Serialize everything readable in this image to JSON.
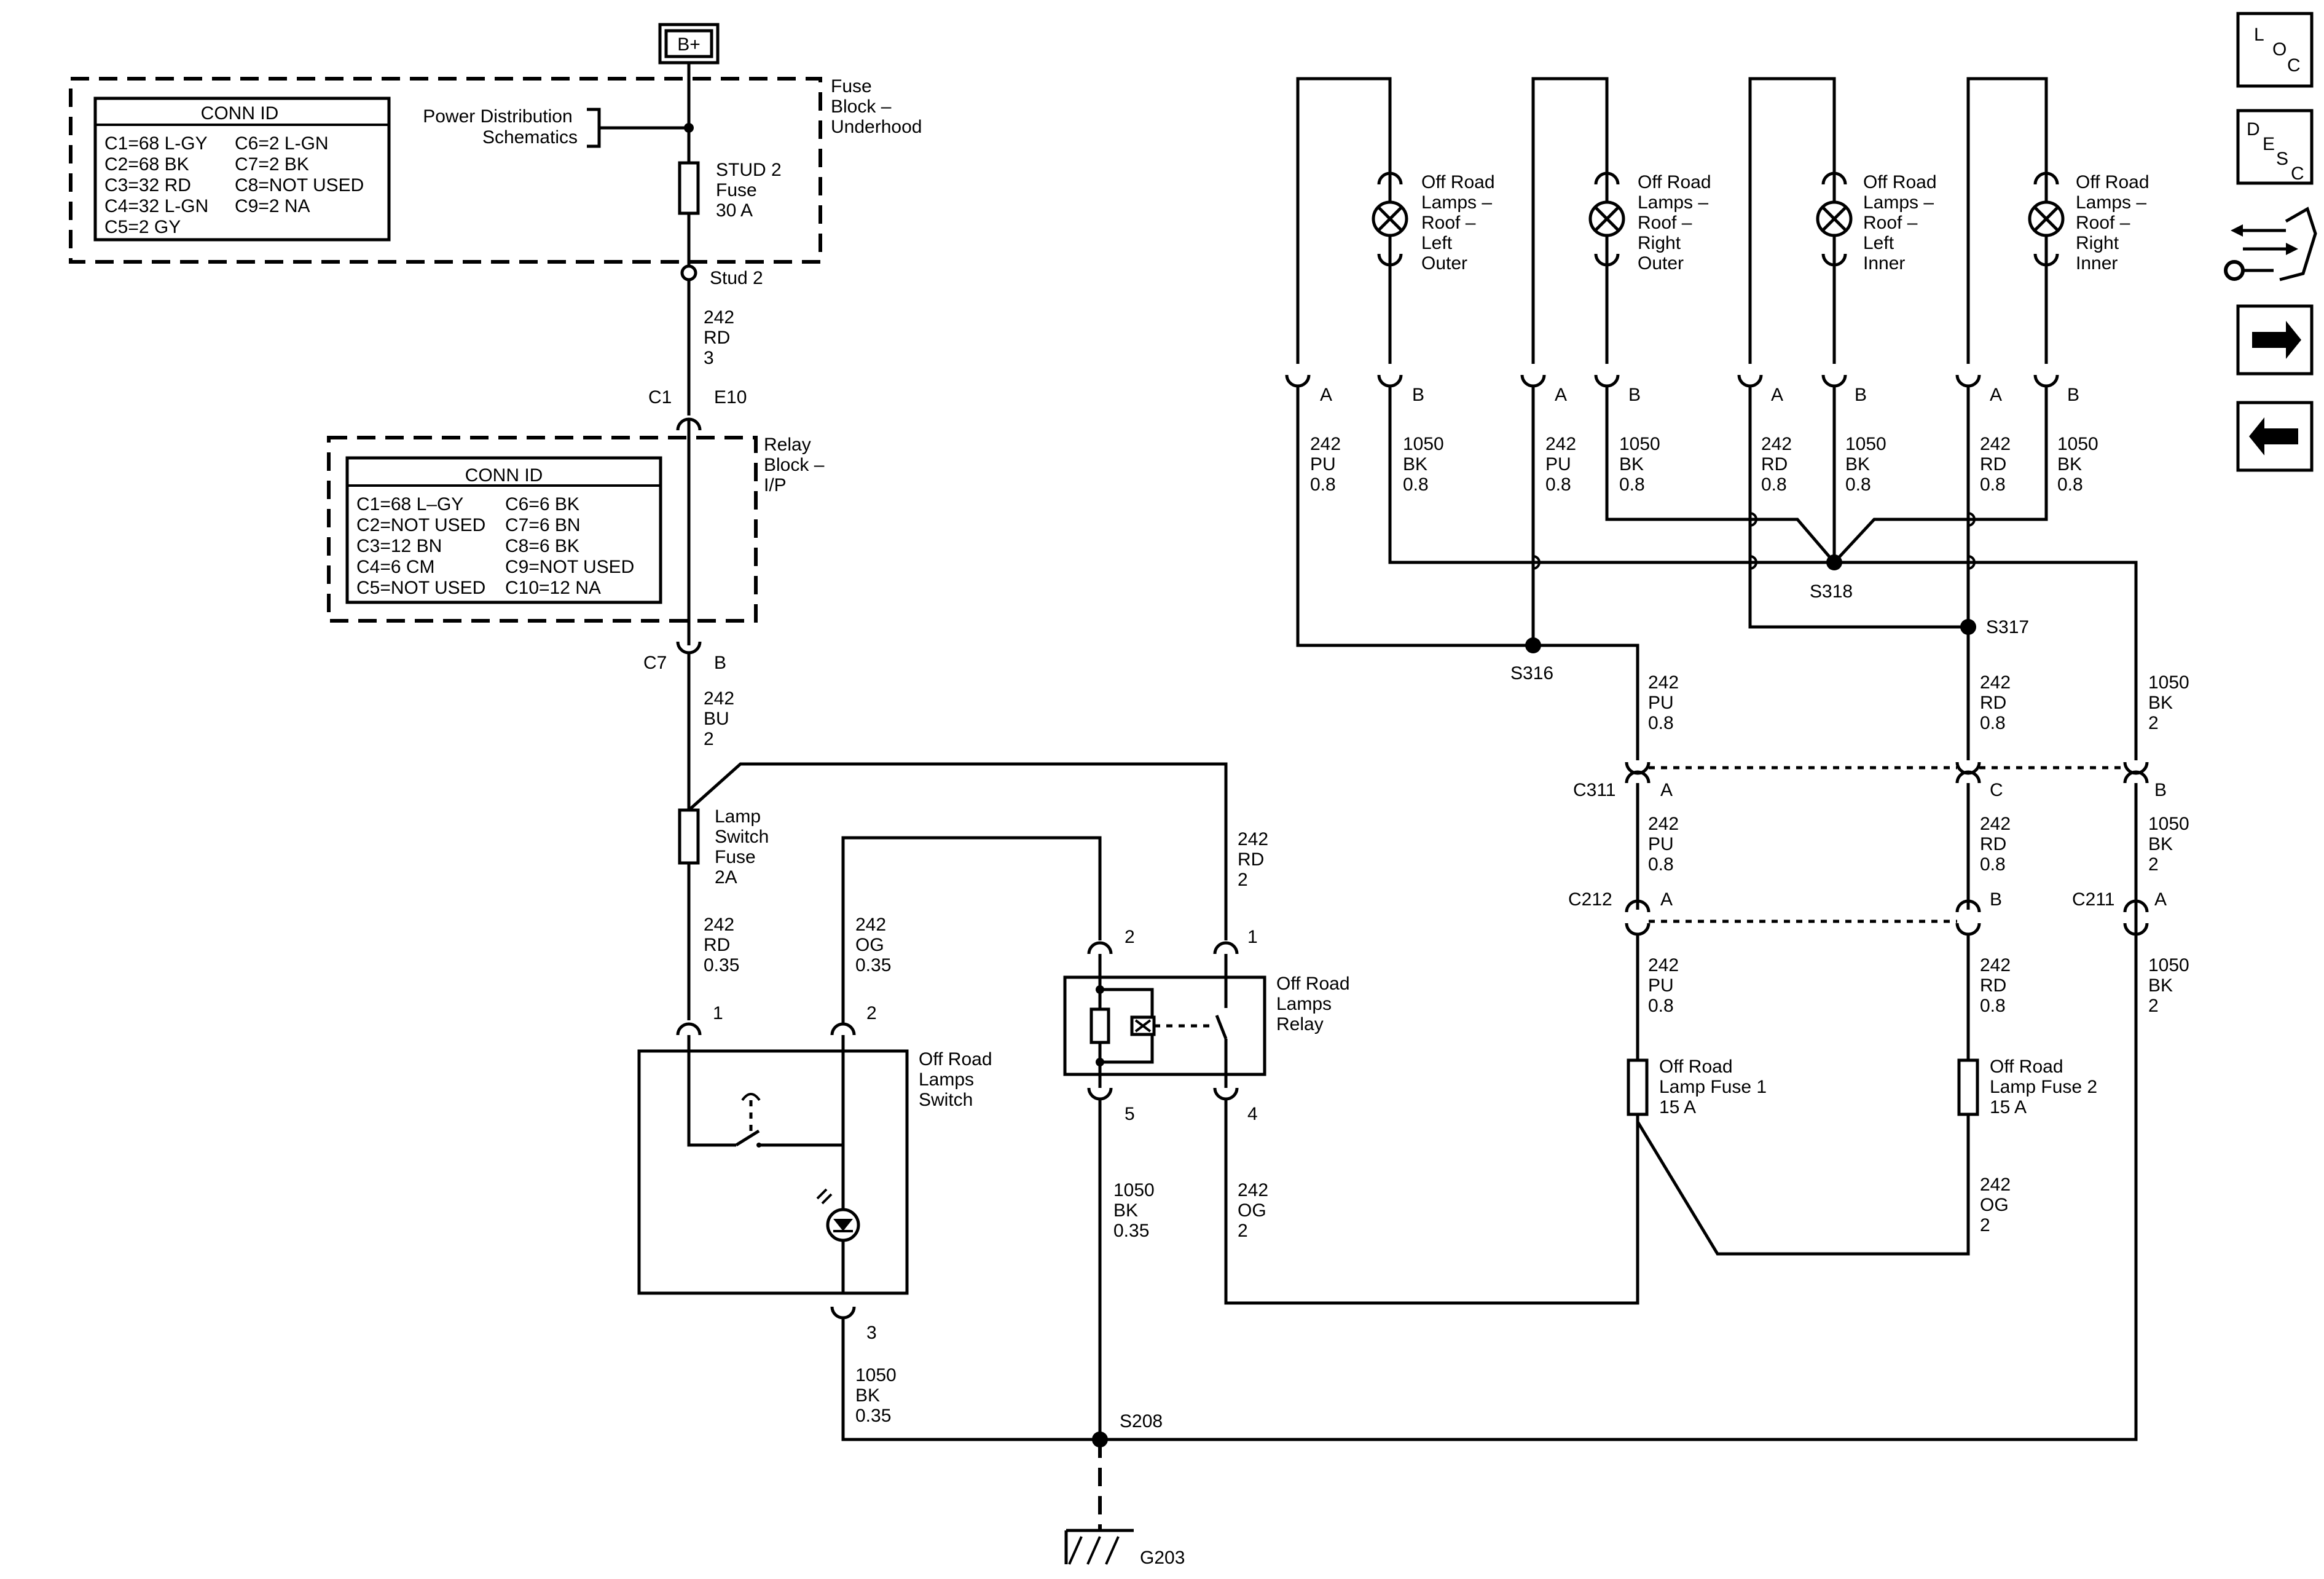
{
  "battery": {
    "label": "B+"
  },
  "fuse_block": {
    "label": [
      "Fuse",
      "Block –",
      "Underhood"
    ]
  },
  "conn_id_1": {
    "title": "CONN ID",
    "rows": [
      [
        "C1=68 L-GY",
        "C6=2 L-GN"
      ],
      [
        "C2=68 BK",
        "C7=2 BK"
      ],
      [
        "C3=32 RD",
        "C8=NOT USED"
      ],
      [
        "C4=32 L-GN",
        "C9=2 NA"
      ],
      [
        "C5=2 GY",
        ""
      ]
    ]
  },
  "power_dist": {
    "label": [
      "Power Distribution",
      "Schematics"
    ]
  },
  "stud2_fuse": {
    "label": [
      "STUD 2",
      "Fuse",
      "30 A"
    ]
  },
  "stud2": {
    "label": "Stud 2"
  },
  "wire_stud": {
    "label": [
      "242",
      "RD",
      "3"
    ]
  },
  "c1": {
    "label": "C1",
    "pin": "E10"
  },
  "relay_block": {
    "label": [
      "Relay",
      "Block –",
      "I/P"
    ]
  },
  "conn_id_2": {
    "title": "CONN ID",
    "rows": [
      [
        "C1=68 L–GY",
        "C6=6 BK"
      ],
      [
        "C2=NOT USED",
        "C7=6 BN"
      ],
      [
        "C3=12 BN",
        "C8=6 BK"
      ],
      [
        "C4=6 CM",
        "C9=NOT USED"
      ],
      [
        "C5=NOT USED",
        "C10=12 NA"
      ]
    ]
  },
  "c7": {
    "label": "C7",
    "pin": "B"
  },
  "wire_c7": {
    "label": [
      "242",
      "BU",
      "2"
    ]
  },
  "lamp_switch_fuse": {
    "label": [
      "Lamp",
      "Switch",
      "Fuse",
      "2A"
    ]
  },
  "wire_sw1": {
    "label": [
      "242",
      "RD",
      "0.35"
    ]
  },
  "wire_sw2": {
    "label": [
      "242",
      "OG",
      "0.35"
    ]
  },
  "wire_relay1": {
    "label": [
      "242",
      "RD",
      "2"
    ]
  },
  "switch": {
    "label": [
      "Off Road",
      "Lamps",
      "Switch"
    ],
    "pins": [
      "1",
      "2",
      "3"
    ]
  },
  "relay": {
    "label": [
      "Off Road",
      "Lamps",
      "Relay"
    ],
    "pins": [
      "2",
      "1",
      "5",
      "4"
    ]
  },
  "wire_relay5": {
    "label": [
      "1050",
      "BK",
      "0.35"
    ]
  },
  "wire_relay4": {
    "label": [
      "242",
      "OG",
      "2"
    ]
  },
  "wire_sw3": {
    "label": [
      "1050",
      "BK",
      "0.35"
    ]
  },
  "s208": {
    "label": "S208"
  },
  "g203": {
    "label": "G203"
  },
  "lamps": [
    {
      "label": [
        "Off Road",
        "Lamps –",
        "Roof –",
        "Left",
        "Outer"
      ],
      "pin_a": "A",
      "pin_b": "B",
      "wire_a": [
        "242",
        "PU",
        "0.8"
      ],
      "wire_b": [
        "1050",
        "BK",
        "0.8"
      ]
    },
    {
      "label": [
        "Off Road",
        "Lamps –",
        "Roof –",
        "Right",
        "Outer"
      ],
      "pin_a": "A",
      "pin_b": "B",
      "wire_a": [
        "242",
        "PU",
        "0.8"
      ],
      "wire_b": [
        "1050",
        "BK",
        "0.8"
      ]
    },
    {
      "label": [
        "Off Road",
        "Lamps –",
        "Roof –",
        "Left",
        "Inner"
      ],
      "pin_a": "A",
      "pin_b": "B",
      "wire_a": [
        "242",
        "RD",
        "0.8"
      ],
      "wire_b": [
        "1050",
        "BK",
        "0.8"
      ]
    },
    {
      "label": [
        "Off Road",
        "Lamps –",
        "Roof –",
        "Right",
        "Inner"
      ],
      "pin_a": "A",
      "pin_b": "B",
      "wire_a": [
        "242",
        "RD",
        "0.8"
      ],
      "wire_b": [
        "1050",
        "BK",
        "0.8"
      ]
    }
  ],
  "s316": {
    "label": "S316"
  },
  "s317": {
    "label": "S317"
  },
  "s318": {
    "label": "S318"
  },
  "wire_s316": {
    "label": [
      "242",
      "PU",
      "0.8"
    ]
  },
  "wire_s317": {
    "label": [
      "242",
      "RD",
      "0.8"
    ]
  },
  "wire_bk2a": {
    "label": [
      "1050",
      "BK",
      "2"
    ]
  },
  "c311": {
    "label": "C311",
    "pins": [
      "A",
      "C",
      "B"
    ]
  },
  "wire_c311a": {
    "label": [
      "242",
      "PU",
      "0.8"
    ]
  },
  "wire_c311c": {
    "label": [
      "242",
      "RD",
      "0.8"
    ]
  },
  "wire_c311b": {
    "label": [
      "1050",
      "BK",
      "2"
    ]
  },
  "c212": {
    "label": "C212",
    "pins": [
      "A",
      "B"
    ]
  },
  "c211": {
    "label": "C211",
    "pin": "A"
  },
  "wire_c212a": {
    "label": [
      "242",
      "PU",
      "0.8"
    ]
  },
  "wire_c212b": {
    "label": [
      "242",
      "RD",
      "0.8"
    ]
  },
  "wire_c211": {
    "label": [
      "1050",
      "BK",
      "2"
    ]
  },
  "fuse1": {
    "label": [
      "Off Road",
      "Lamp Fuse 1",
      "15 A"
    ]
  },
  "fuse2": {
    "label": [
      "Off Road",
      "Lamp Fuse 2",
      "15 A"
    ]
  },
  "wire_fuse2": {
    "label": [
      "242",
      "OG",
      "2"
    ]
  },
  "nav": {
    "loc": [
      "L",
      "O",
      "C"
    ],
    "desc": [
      "D",
      "E",
      "S",
      "C"
    ],
    "service_icon": "connector-wrench-icon",
    "next_icon": "arrow-right-icon",
    "prev_icon": "arrow-left-icon"
  }
}
